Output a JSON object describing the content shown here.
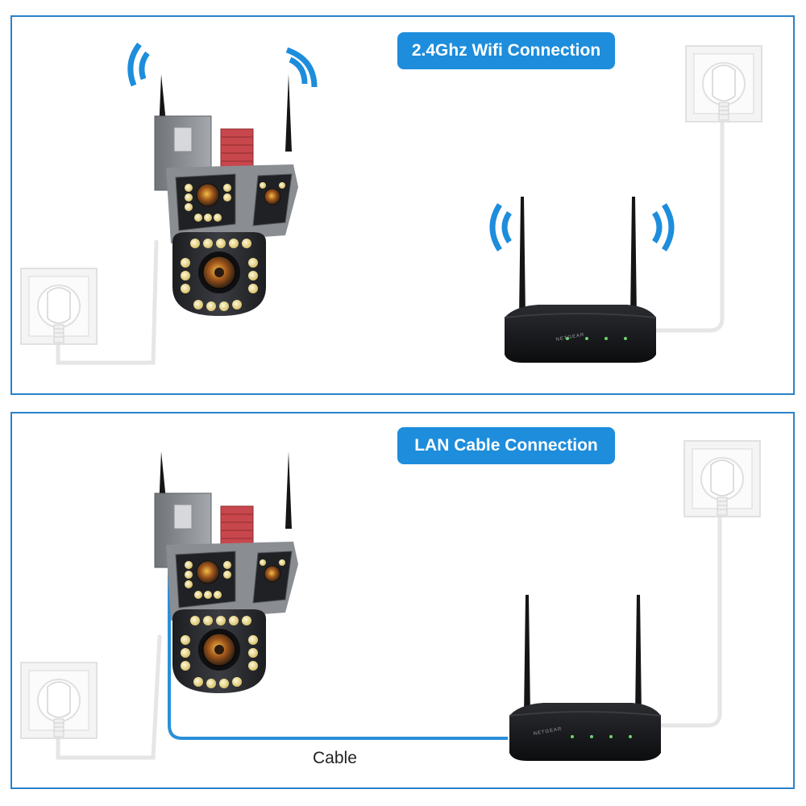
{
  "panels": [
    {
      "title": "2.4Ghz Wifi Connection"
    },
    {
      "title": "LAN Cable Connection"
    }
  ],
  "cable_label": "Cable",
  "router_brand": "NETGEAR",
  "colors": {
    "frame": "#2a82c9",
    "pill": "#1d8ddc",
    "wifi_waves": "#1d8ddc",
    "lan_cable": "#2a8fd8",
    "power_cable": "#e8e8e8",
    "camera_body": "#2b2c30",
    "camera_heatsink": "#c8474c",
    "router_body": "#111214"
  }
}
